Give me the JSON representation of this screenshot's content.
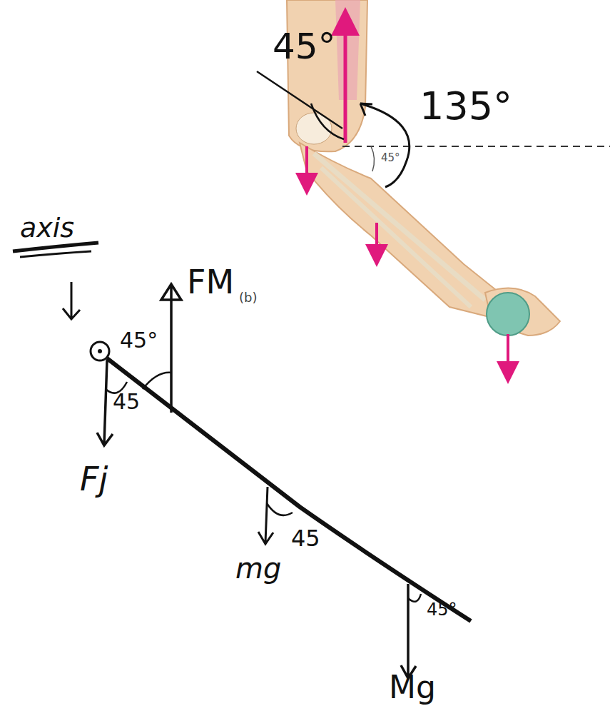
{
  "diagram": {
    "labels": [
      "45°",
      "135°",
      "45°",
      "axis",
      "FM",
      "(b)",
      "45°",
      "45",
      "Fj",
      "mg",
      "45",
      "Mg",
      "45°"
    ]
  }
}
